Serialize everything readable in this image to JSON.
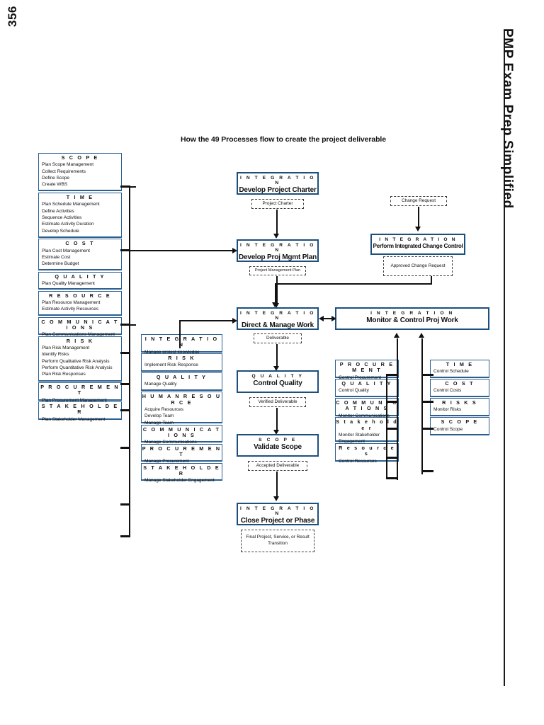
{
  "page": {
    "number": "356",
    "book_title": "PMP Exam Prep Simplified",
    "figure_title": "How the 49 Processes flow to create the project deliverable"
  },
  "planning_column": {
    "groups": [
      {
        "title": "S C O P E",
        "processes": [
          "Plan Scope Management",
          "Collect Requirements",
          "Define Scope",
          "Create WBS"
        ]
      },
      {
        "title": "T I M E",
        "processes": [
          "Plan Schedule Management",
          "Define Activities",
          "Sequence Activities",
          "Estimate Activity Duration",
          "Develop Schedule"
        ]
      },
      {
        "title": "C O S T",
        "processes": [
          "Plan Cost Management",
          "Estimate Cost",
          "Determine Budget"
        ]
      },
      {
        "title": "Q U A L I T Y",
        "processes": [
          "Plan Quality Management"
        ]
      },
      {
        "title": "R E S O U R C E",
        "processes": [
          "Plan Resource Management",
          "Estimate Activity Resources"
        ]
      },
      {
        "title": "C O M M U N I C A T I O N S",
        "processes": [
          "Plan Communications Management"
        ]
      },
      {
        "title": "R I S K",
        "processes": [
          "Plan Risk Management",
          "Identify Risks",
          "Perform Qualitative Risk Analysis",
          "Perform Quantitative Risk Analysis",
          "Plan Risk Responses"
        ]
      },
      {
        "title": "P R O C U R E M E N T",
        "processes": [
          "Plan Procurement Management"
        ]
      },
      {
        "title": "S T A K E H O L D E R",
        "processes": [
          "Plan Stakeholder Management"
        ]
      }
    ]
  },
  "executing_column": {
    "groups": [
      {
        "title": "I N T E G R A T I O N",
        "processes": [
          "Manage project knowledge"
        ]
      },
      {
        "title": "R I S K",
        "processes": [
          "Implement Risk Response"
        ]
      },
      {
        "title": "Q U A L I T Y",
        "processes": [
          "Manage Quality"
        ]
      },
      {
        "title": "H U M A N   R E S O U R C E",
        "processes": [
          "Acquire Resources",
          "Develop Team",
          "Manage Team"
        ]
      },
      {
        "title": "C O M M U N I C A T I O N S",
        "processes": [
          "Manage Communications"
        ]
      },
      {
        "title": "P R O C U R E M E N T",
        "processes": [
          "Manage Procurement"
        ]
      },
      {
        "title": "S T A K E H O L D E R",
        "processes": [
          "Manage Stakeholder Engagement"
        ]
      }
    ]
  },
  "center_flow": {
    "develop_charter": {
      "group": "I N T E G R A T I O N",
      "name": "Develop Project Charter",
      "output": "Project Charter"
    },
    "develop_pm_plan": {
      "group": "I N T E G R A T I O N",
      "name": "Develop Proj Mgmt Plan",
      "output": "Project Management Plan"
    },
    "direct_manage": {
      "group": "I N T E G R A T I O N",
      "name": "Direct & Manage Work",
      "output": "Deliverable"
    },
    "control_quality": {
      "group": "Q U A L I T Y",
      "name": "Control Quality",
      "output": "Verified Deliverable"
    },
    "validate_scope": {
      "group": "S C O P E",
      "name": "Validate Scope",
      "output": "Accepted Deliverable"
    },
    "close_project": {
      "group": "I N T E G R A T I O N",
      "name": "Close Project or Phase",
      "output": "Final Project, Service, or Result Transition"
    }
  },
  "change_control": {
    "change_request": "Change Request",
    "process": {
      "group": "I N T E G R A T I O N",
      "name": "Perform Integrated Change Control",
      "output": "Approved Change Request"
    }
  },
  "monitor_control": {
    "group": "I N T E G R A T I O N",
    "name": "Monitor & Control Proj Work"
  },
  "monitoring_left_column": {
    "groups": [
      {
        "title": "P R O C U R E M E N T",
        "processes": [
          "Control Procurement"
        ]
      },
      {
        "title": "Q U A L I T Y",
        "processes": [
          "Control Quality"
        ]
      },
      {
        "title": "C O M M U N I C A T I O N S",
        "processes": [
          "Monitor Communications"
        ]
      },
      {
        "title": "S t a k e h o l d e r",
        "processes": [
          "Monitor Stakeholder",
          "Engagement"
        ]
      },
      {
        "title": "R e s o u r c e s",
        "processes": [
          "Control Resources"
        ]
      }
    ]
  },
  "monitoring_right_column": {
    "groups": [
      {
        "title": "T I M E",
        "processes": [
          "Control Schedule"
        ]
      },
      {
        "title": "C O S T",
        "processes": [
          "Control Costs"
        ]
      },
      {
        "title": "R I S K S",
        "processes": [
          "Monitor Risks"
        ]
      },
      {
        "title": "S C O P E",
        "processes": [
          "Control Scope"
        ]
      }
    ]
  },
  "colors": {
    "box_border": "#2b5f90",
    "flow_border": "#1d4f7e",
    "line": "#111111"
  }
}
